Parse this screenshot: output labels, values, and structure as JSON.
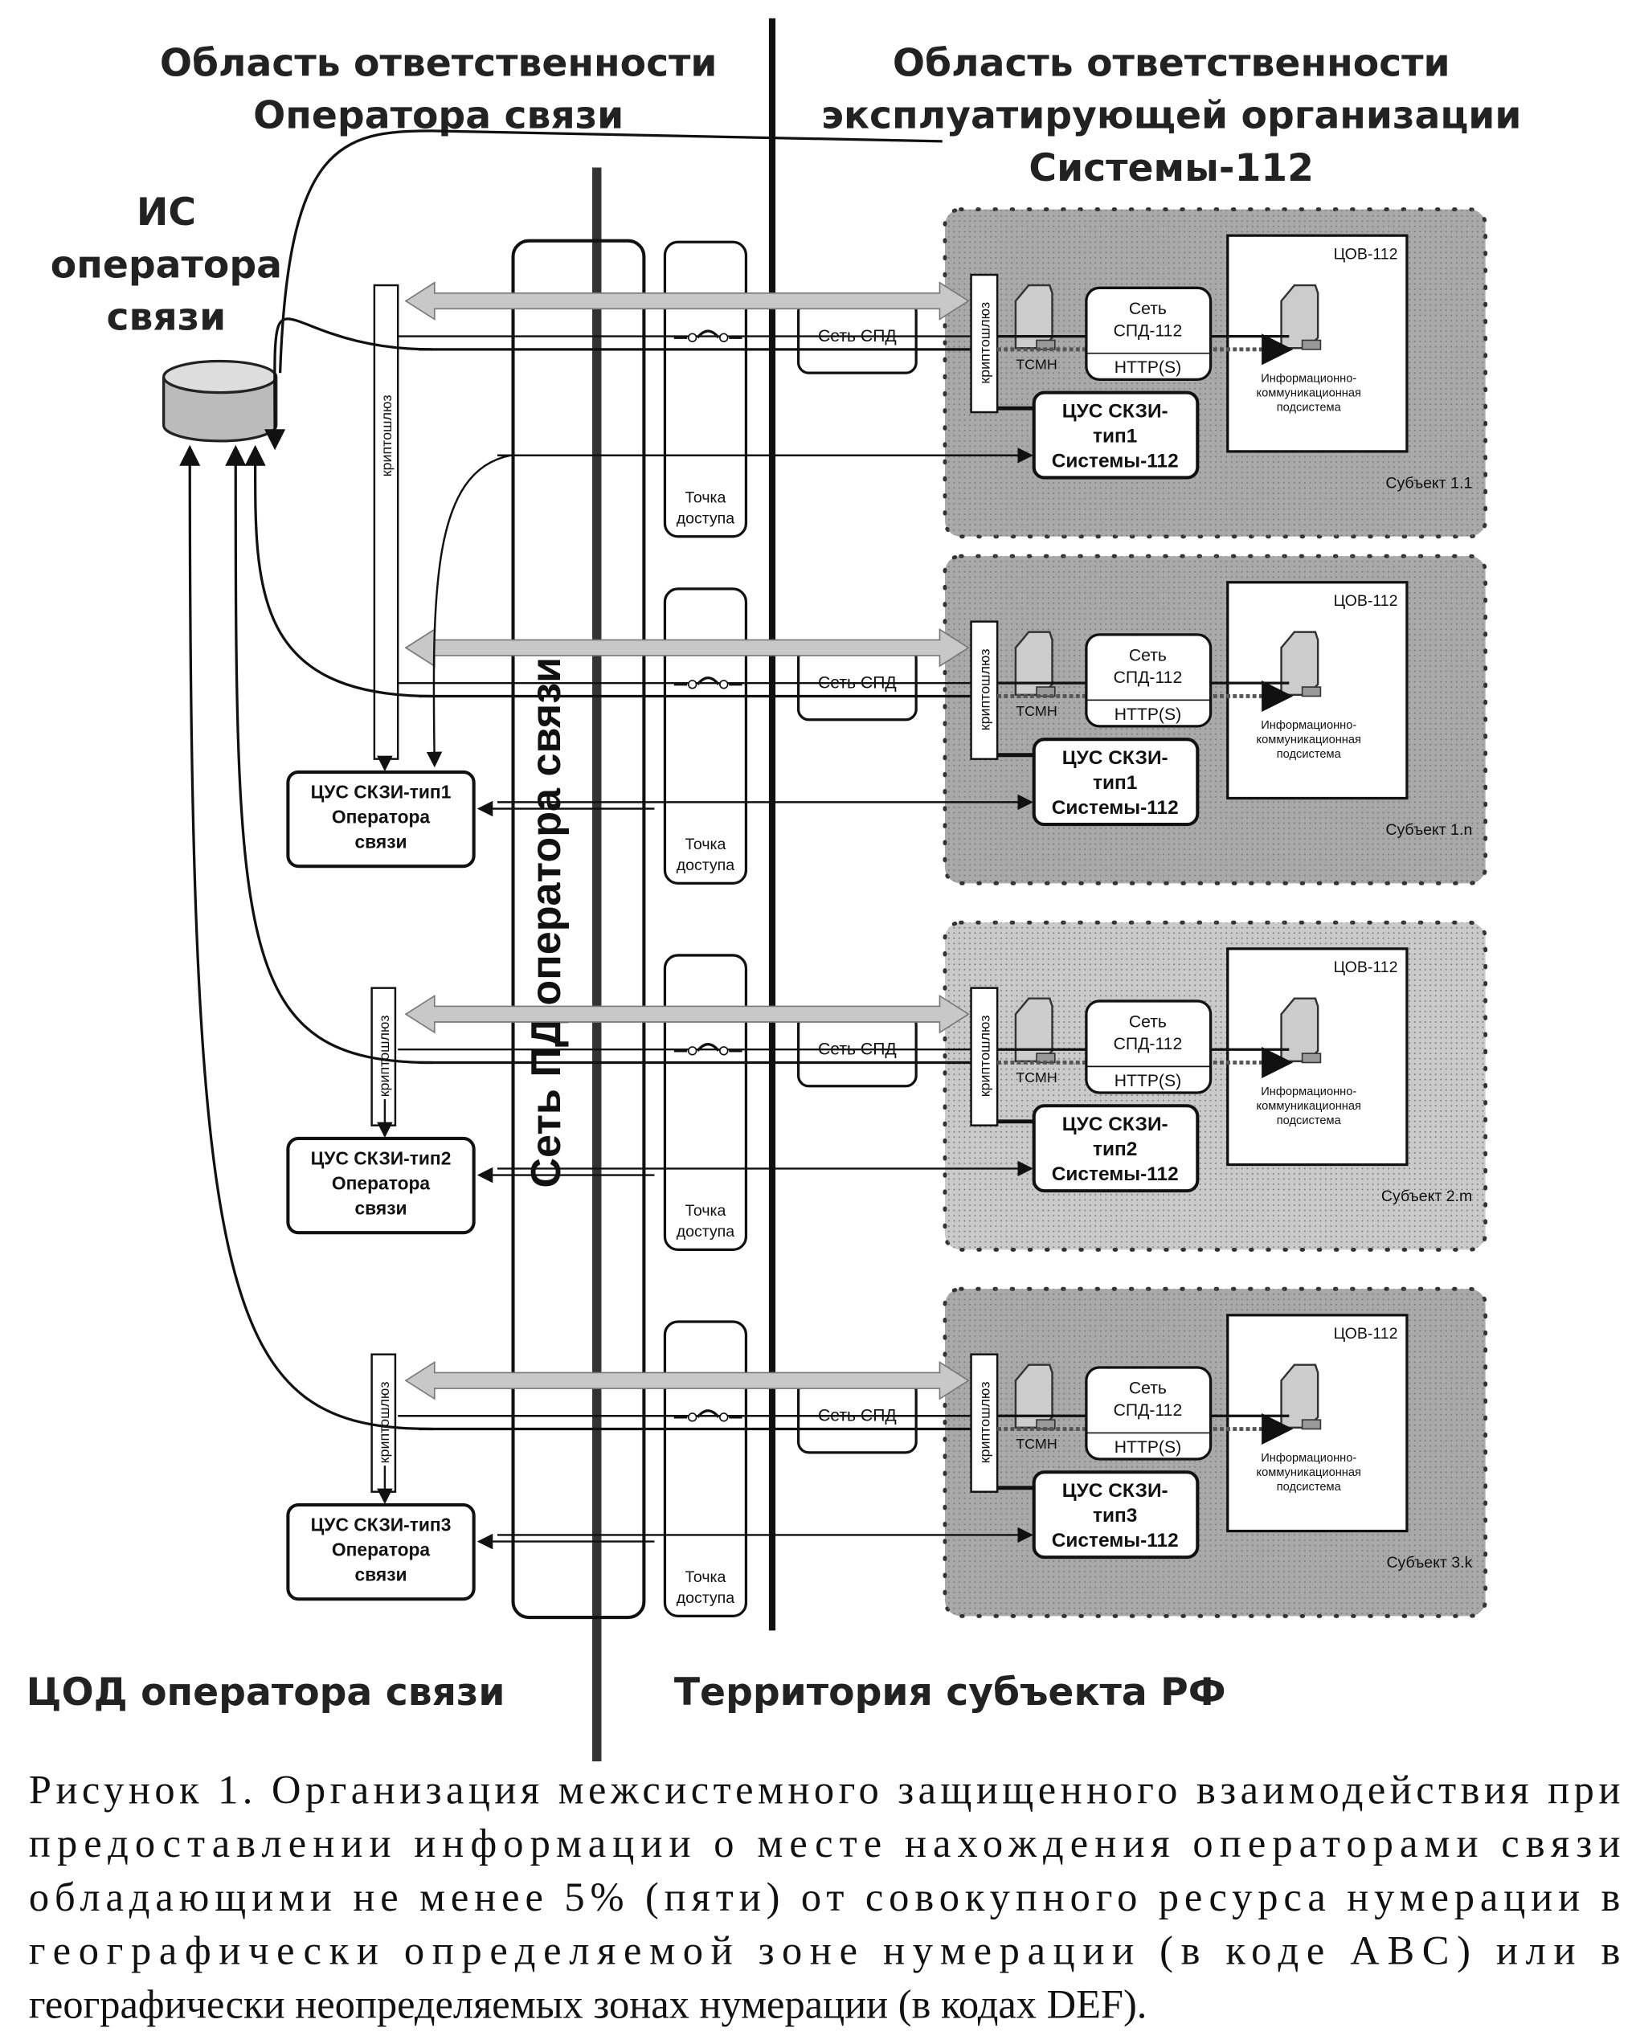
{
  "header": {
    "left": [
      "Область ответственности",
      "Оператора связи"
    ],
    "right": [
      "Область ответственности",
      "эксплуатирующей организации",
      "Системы-112"
    ]
  },
  "is_operator": [
    "ИС",
    "оператора",
    "связи"
  ],
  "network_label": "Сеть ПД оператора связи",
  "crypto_label": "криптошлюз",
  "operator_cus": [
    [
      "ЦУС СКЗИ-тип1",
      "Оператора",
      "связи"
    ],
    [
      "ЦУС СКЗИ-тип2",
      "Оператора",
      "связи"
    ],
    [
      "ЦУС СКЗИ-тип3",
      "Оператора",
      "связи"
    ]
  ],
  "access_point": [
    "Точка",
    "доступа"
  ],
  "spd_label": "Сеть СПД",
  "subjects": [
    {
      "label": "Субъект 1.1",
      "cus": [
        "ЦУС СКЗИ-",
        "тип1",
        "Системы-112"
      ],
      "shade": "#a9a9a9"
    },
    {
      "label": "Субъект 1.n",
      "cus": [
        "ЦУС СКЗИ-",
        "тип1",
        "Системы-112"
      ],
      "shade": "#a9a9a9"
    },
    {
      "label": "Субъект 2.m",
      "cus": [
        "ЦУС СКЗИ-",
        "тип2",
        "Системы-112"
      ],
      "shade": "#cacaca"
    },
    {
      "label": "Субъект 3.k",
      "cus": [
        "ЦУС СКЗИ-",
        "тип3",
        "Системы-112"
      ],
      "shade": "#a9a9a9"
    }
  ],
  "cov_label": "ЦОВ-112",
  "spd112": [
    "Сеть",
    "СПД-112",
    "HTTP(S)"
  ],
  "tsmn_label": "ТСМН",
  "info_subsystem": [
    "Информационно-",
    "коммуникационная",
    "подсистема"
  ],
  "footer": {
    "left": "ЦОД оператора связи",
    "right": "Территория субъекта РФ"
  },
  "caption": [
    "Рисунок 1. Организация межсистемного защищенного взаимодействия при",
    "предоставлении информации о месте нахождения операторами связи",
    "обладающими не менее 5% (пяти) от совокупного ресурса нумерации в",
    "географически определяемой зоне нумерации (в коде АВС) или в",
    "географически неопределяемых зонах нумерации (в кодах DEF)."
  ]
}
